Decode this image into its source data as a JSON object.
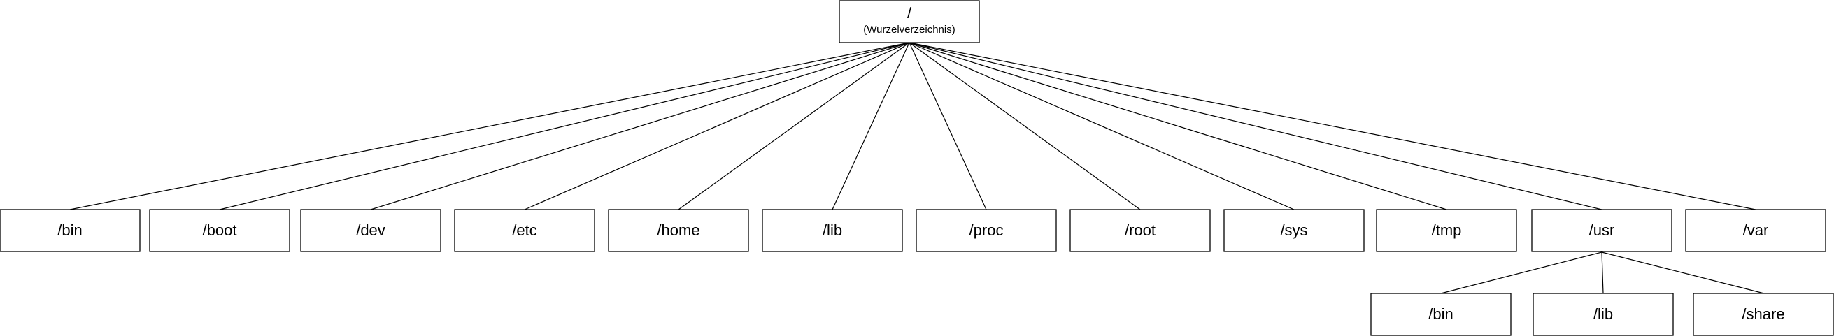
{
  "root": {
    "label": "/",
    "sublabel": "(Wurzelverzeichnis)"
  },
  "level1": [
    {
      "label": "/bin"
    },
    {
      "label": "/boot"
    },
    {
      "label": "/dev"
    },
    {
      "label": "/etc"
    },
    {
      "label": "/home"
    },
    {
      "label": "/lib"
    },
    {
      "label": "/proc"
    },
    {
      "label": "/root"
    },
    {
      "label": "/sys"
    },
    {
      "label": "/tmp"
    },
    {
      "label": "/usr"
    },
    {
      "label": "/var"
    }
  ],
  "usr_children": [
    {
      "label": "/bin"
    },
    {
      "label": "/lib"
    },
    {
      "label": "/share"
    }
  ]
}
